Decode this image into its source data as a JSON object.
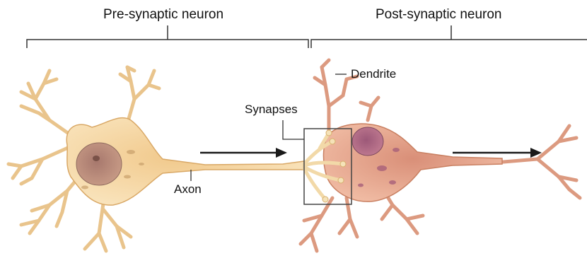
{
  "labels": {
    "pre": "Pre-synaptic neuron",
    "post": "Post-synaptic neuron",
    "dendrite": "Dendrite",
    "synapses": "Synapses",
    "axon": "Axon"
  },
  "colors": {
    "pre_fill": "#f6d9a6",
    "pre_outline": "#d9a866",
    "pre_nucleus": "#b98a79",
    "post_fill": "#e8a98f",
    "post_outline": "#c98062",
    "post_nucleus": "#b56a82",
    "line": "#333333",
    "arrow": "#1a1a1a"
  },
  "icons": [
    "signal-direction-arrow",
    "synapse-highlight-box"
  ]
}
